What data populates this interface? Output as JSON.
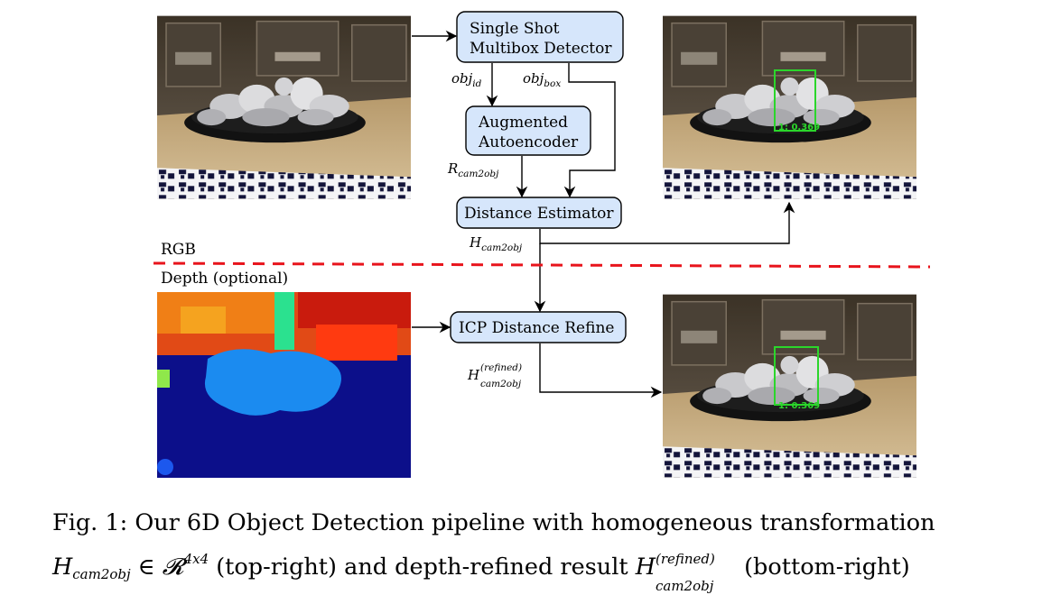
{
  "nodes": {
    "ssd": {
      "line1": "Single Shot",
      "line2": "Multibox Detector"
    },
    "aae": {
      "line1": "Augmented",
      "line2": "Autoencoder"
    },
    "dist": {
      "label": "Distance Estimator"
    },
    "icp": {
      "label": "ICP Distance Refine"
    }
  },
  "edge_labels": {
    "obj_id": {
      "base": "obj",
      "sub": "id"
    },
    "obj_box": {
      "base": "obj",
      "sub": "box"
    },
    "r_cam2obj": {
      "base": "R",
      "sub": "cam2obj"
    },
    "h_cam2obj": {
      "base": "H",
      "sub": "cam2obj"
    },
    "h_refined": {
      "base": "H",
      "sup": "(refined)",
      "sub": "cam2obj"
    }
  },
  "region_labels": {
    "rgb": "RGB",
    "depth": "Depth (optional)"
  },
  "detections": {
    "top_right": "1: 0.369",
    "bottom_right": "1: 0.369"
  },
  "caption": {
    "fig_label": "Fig. 1:",
    "line1_text": "Our 6D Object Detection pipeline with homogeneous transformation",
    "line2_H": "H",
    "line2_sub": "cam2obj",
    "line2_in": " ∈ ",
    "line2_R": "𝓡",
    "line2_Rsup": "4x4",
    "line2_mid": " (top-right) and depth-refined result ",
    "line2_H2": "H",
    "line2_sup2": "(refined)",
    "line2_sub2": "cam2obj",
    "line2_end": " (bottom-right)"
  },
  "colors": {
    "box_fill": "#d6e6fb",
    "separator": "#e8141c",
    "detection_box": "#2bd62b"
  }
}
